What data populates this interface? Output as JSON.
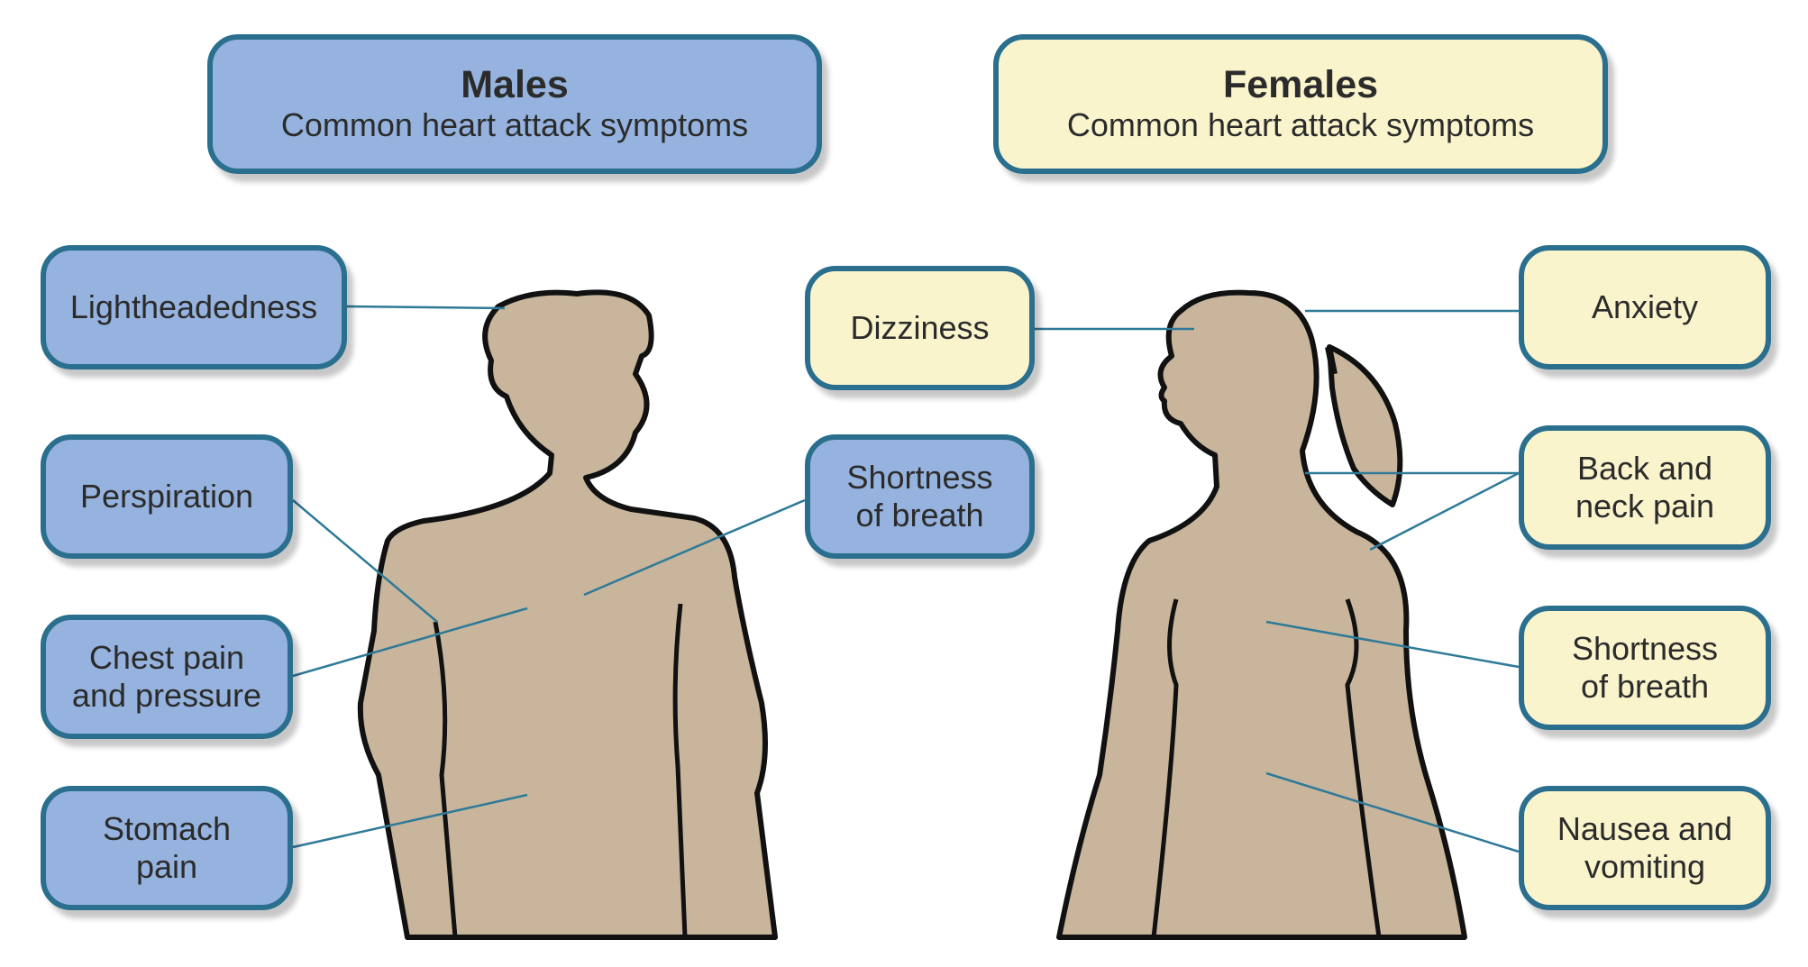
{
  "males": {
    "title": "Males",
    "subtitle": "Common heart attack symptoms",
    "symptoms": {
      "lightheadedness": "Lightheadedness",
      "perspiration": "Perspiration",
      "chest": "Chest pain\nand pressure",
      "stomach": "Stomach\npain",
      "breath": "Shortness\nof breath"
    }
  },
  "females": {
    "title": "Females",
    "subtitle": "Common heart attack symptoms",
    "symptoms": {
      "dizziness": "Dizziness",
      "anxiety": "Anxiety",
      "back_neck": "Back and\nneck pain",
      "breath": "Shortness\nof breath",
      "nausea": "Nausea and\nvomiting"
    }
  },
  "colors": {
    "male_box": "#95b3de",
    "female_box": "#faf4cc",
    "border": "#2b6f8e",
    "body": "#c8b59c",
    "outline": "#111111"
  }
}
